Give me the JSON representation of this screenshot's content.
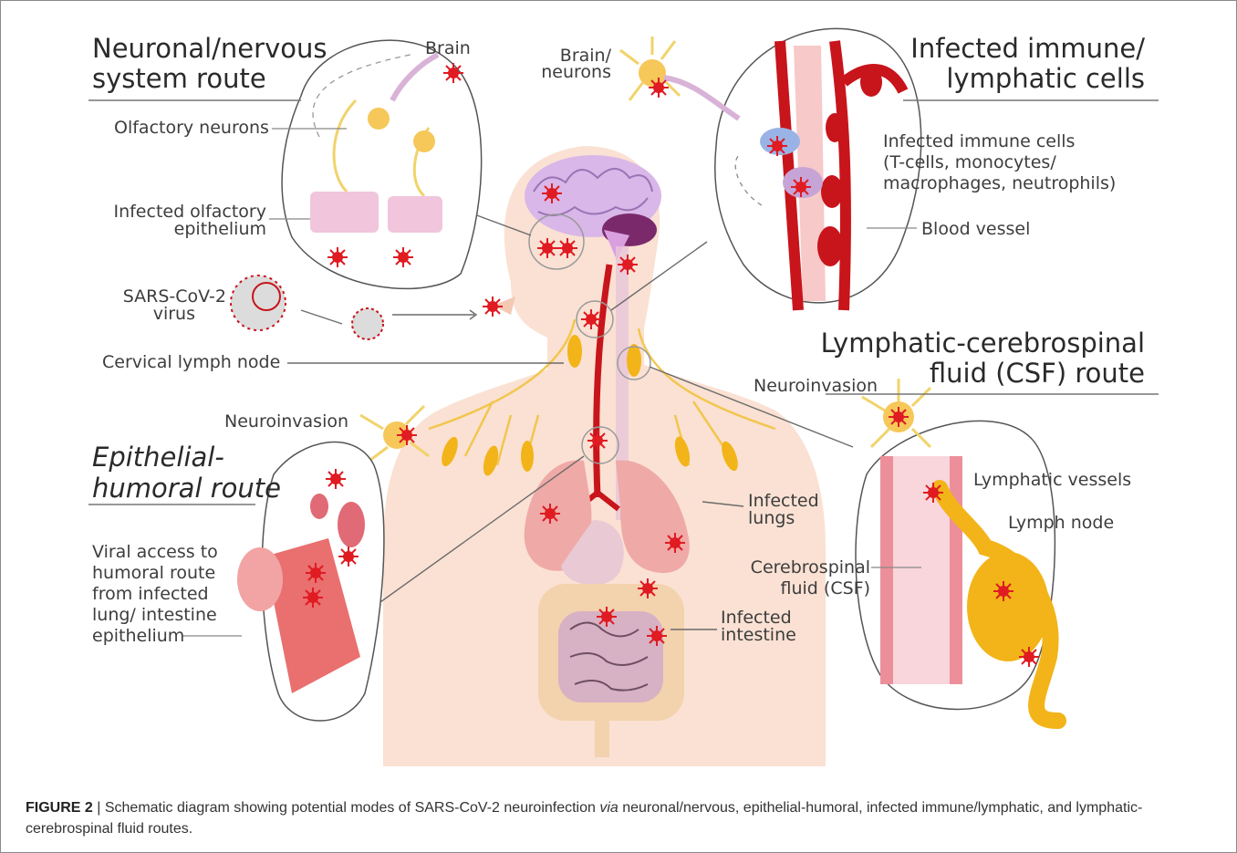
{
  "titles": {
    "neuronal_line1": "Neuronal/nervous",
    "neuronal_line2": "system route",
    "immune_line1": "Infected immune/",
    "immune_line2": "lymphatic cells",
    "csf_line1": "Lymphatic-cerebrospinal",
    "csf_line2": "fluid (CSF) route",
    "epi_line1": "Epithelial-",
    "epi_line2": "humoral route"
  },
  "labels": {
    "brain": "Brain",
    "brain_neurons_1": "Brain/",
    "brain_neurons_2": "neurons",
    "olfactory_neurons": "Olfactory neurons",
    "infected_olfactory_1": "Infected olfactory",
    "infected_olfactory_2": "epithelium",
    "virus_1": "SARS-CoV-2",
    "virus_2": "virus",
    "cervical_lymph": "Cervical lymph node",
    "neuroinvasion_left": "Neuroinvasion",
    "viral_access_1": "Viral access to",
    "viral_access_2": "humoral route",
    "viral_access_3": "from infected",
    "viral_access_4": "lung/ intestine",
    "viral_access_5": "epithelium",
    "immune_cells_1": "Infected immune cells",
    "immune_cells_2": "(T-cells, monocytes/",
    "immune_cells_3": "macrophages, neutrophils)",
    "blood_vessel": "Blood vessel",
    "neuroinvasion_right": "Neuroinvasion",
    "lymphatic_vessels": "Lymphatic vessels",
    "lymph_node": "Lymph node",
    "csf_1": "Cerebrospinal",
    "csf_2": "fluid (CSF)",
    "infected_lungs_1": "Infected",
    "infected_lungs_2": "lungs",
    "infected_intestine_1": "Infected",
    "infected_intestine_2": "intestine"
  },
  "caption": {
    "label": "FIGURE 2",
    "separator": " | ",
    "text_a": "Schematic diagram showing potential modes of SARS-CoV-2 neuroinfection ",
    "text_italic": "via",
    "text_b": " neuronal/nervous, epithelial-humoral, infected immune/lymphatic, and lymphatic-cerebrospinal fluid routes."
  },
  "colors": {
    "skin": "#f9dccb",
    "vessel_red": "#c8141b",
    "lymph_yellow": "#f2b418",
    "neuron_yellow": "#f7e08a",
    "virus_red": "#e01b22",
    "brain_purple": "#d9b7e8",
    "lung_pink": "#efa9a7",
    "intestine_beige": "#f3d2ae"
  }
}
